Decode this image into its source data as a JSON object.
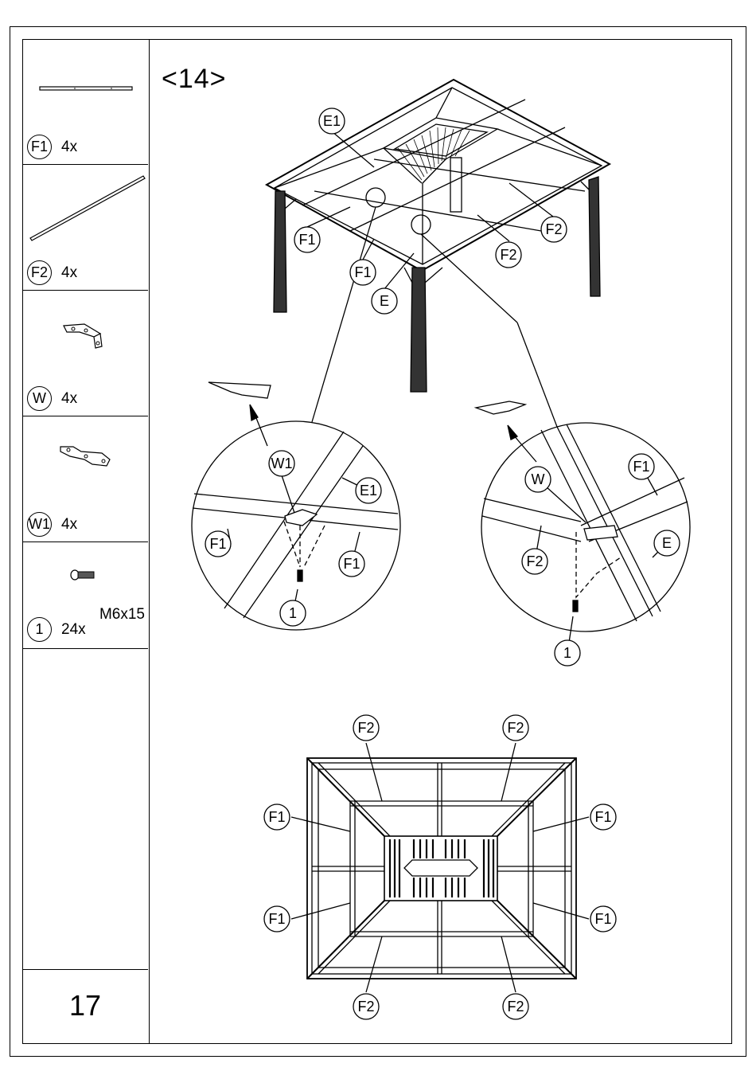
{
  "step_label": "<14>",
  "page_number": "17",
  "parts": [
    {
      "id": "F1",
      "qty": "4x"
    },
    {
      "id": "F2",
      "qty": "4x"
    },
    {
      "id": "W",
      "qty": "4x"
    },
    {
      "id": "W1",
      "qty": "4x"
    },
    {
      "id": "1",
      "qty": "24x",
      "spec": "M6x15"
    }
  ],
  "callouts": {
    "top": [
      "E1",
      "F1",
      "F1",
      "E",
      "F2",
      "F2"
    ],
    "detail_left": [
      "W1",
      "E1",
      "F1",
      "F1",
      "1"
    ],
    "detail_right": [
      "W",
      "F1",
      "E",
      "F2",
      "1"
    ],
    "plan": [
      "F2",
      "F2",
      "F1",
      "F1",
      "F1",
      "F1",
      "F2",
      "F2"
    ]
  }
}
